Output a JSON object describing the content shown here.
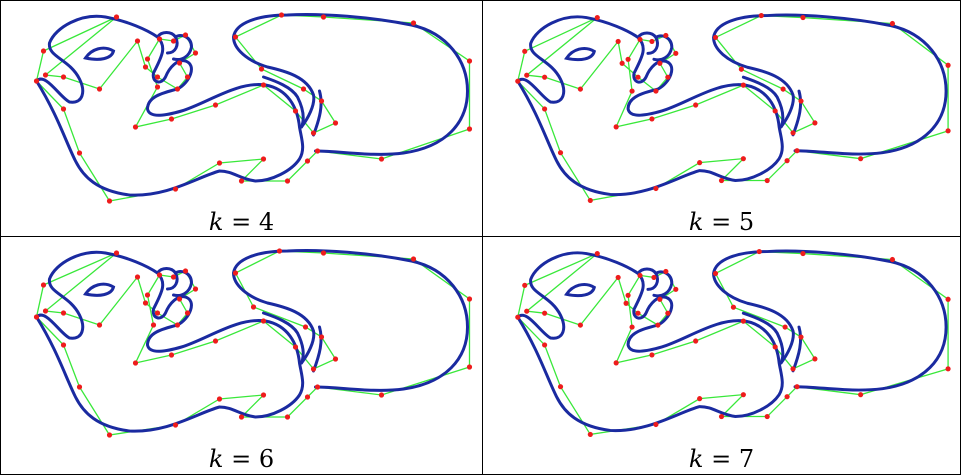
{
  "panels": [
    {
      "var": "k",
      "eq": " = ",
      "value": "4"
    },
    {
      "var": "k",
      "eq": " = ",
      "value": "5"
    },
    {
      "var": "k",
      "eq": " = ",
      "value": "6"
    },
    {
      "var": "k",
      "eq": " = ",
      "value": "7"
    }
  ],
  "colors": {
    "curve": "#1a2aa0",
    "polygon": "#39e83a",
    "points": "#ee1c1c",
    "border": "#000000"
  }
}
